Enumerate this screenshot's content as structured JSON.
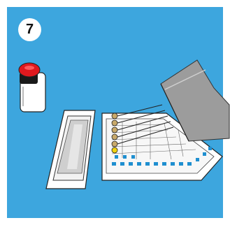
{
  "step": {
    "number": "7"
  },
  "colors": {
    "panel": "#3da6de",
    "outline": "#222222",
    "white": "#ffffff",
    "cap": "#e0191e",
    "plate_well_accent": "#1f8fd0",
    "gel": "#cfcfcf",
    "comb_holder": "#9c9c9c",
    "tube_caps": "#c8a96a",
    "tube_highlight": "#f1d20f"
  },
  "illustration": {
    "objects": [
      "reagent-bottle",
      "reservoir-tray",
      "well-plate",
      "tip-rack",
      "pipette-tips",
      "multichannel-pipette"
    ]
  }
}
